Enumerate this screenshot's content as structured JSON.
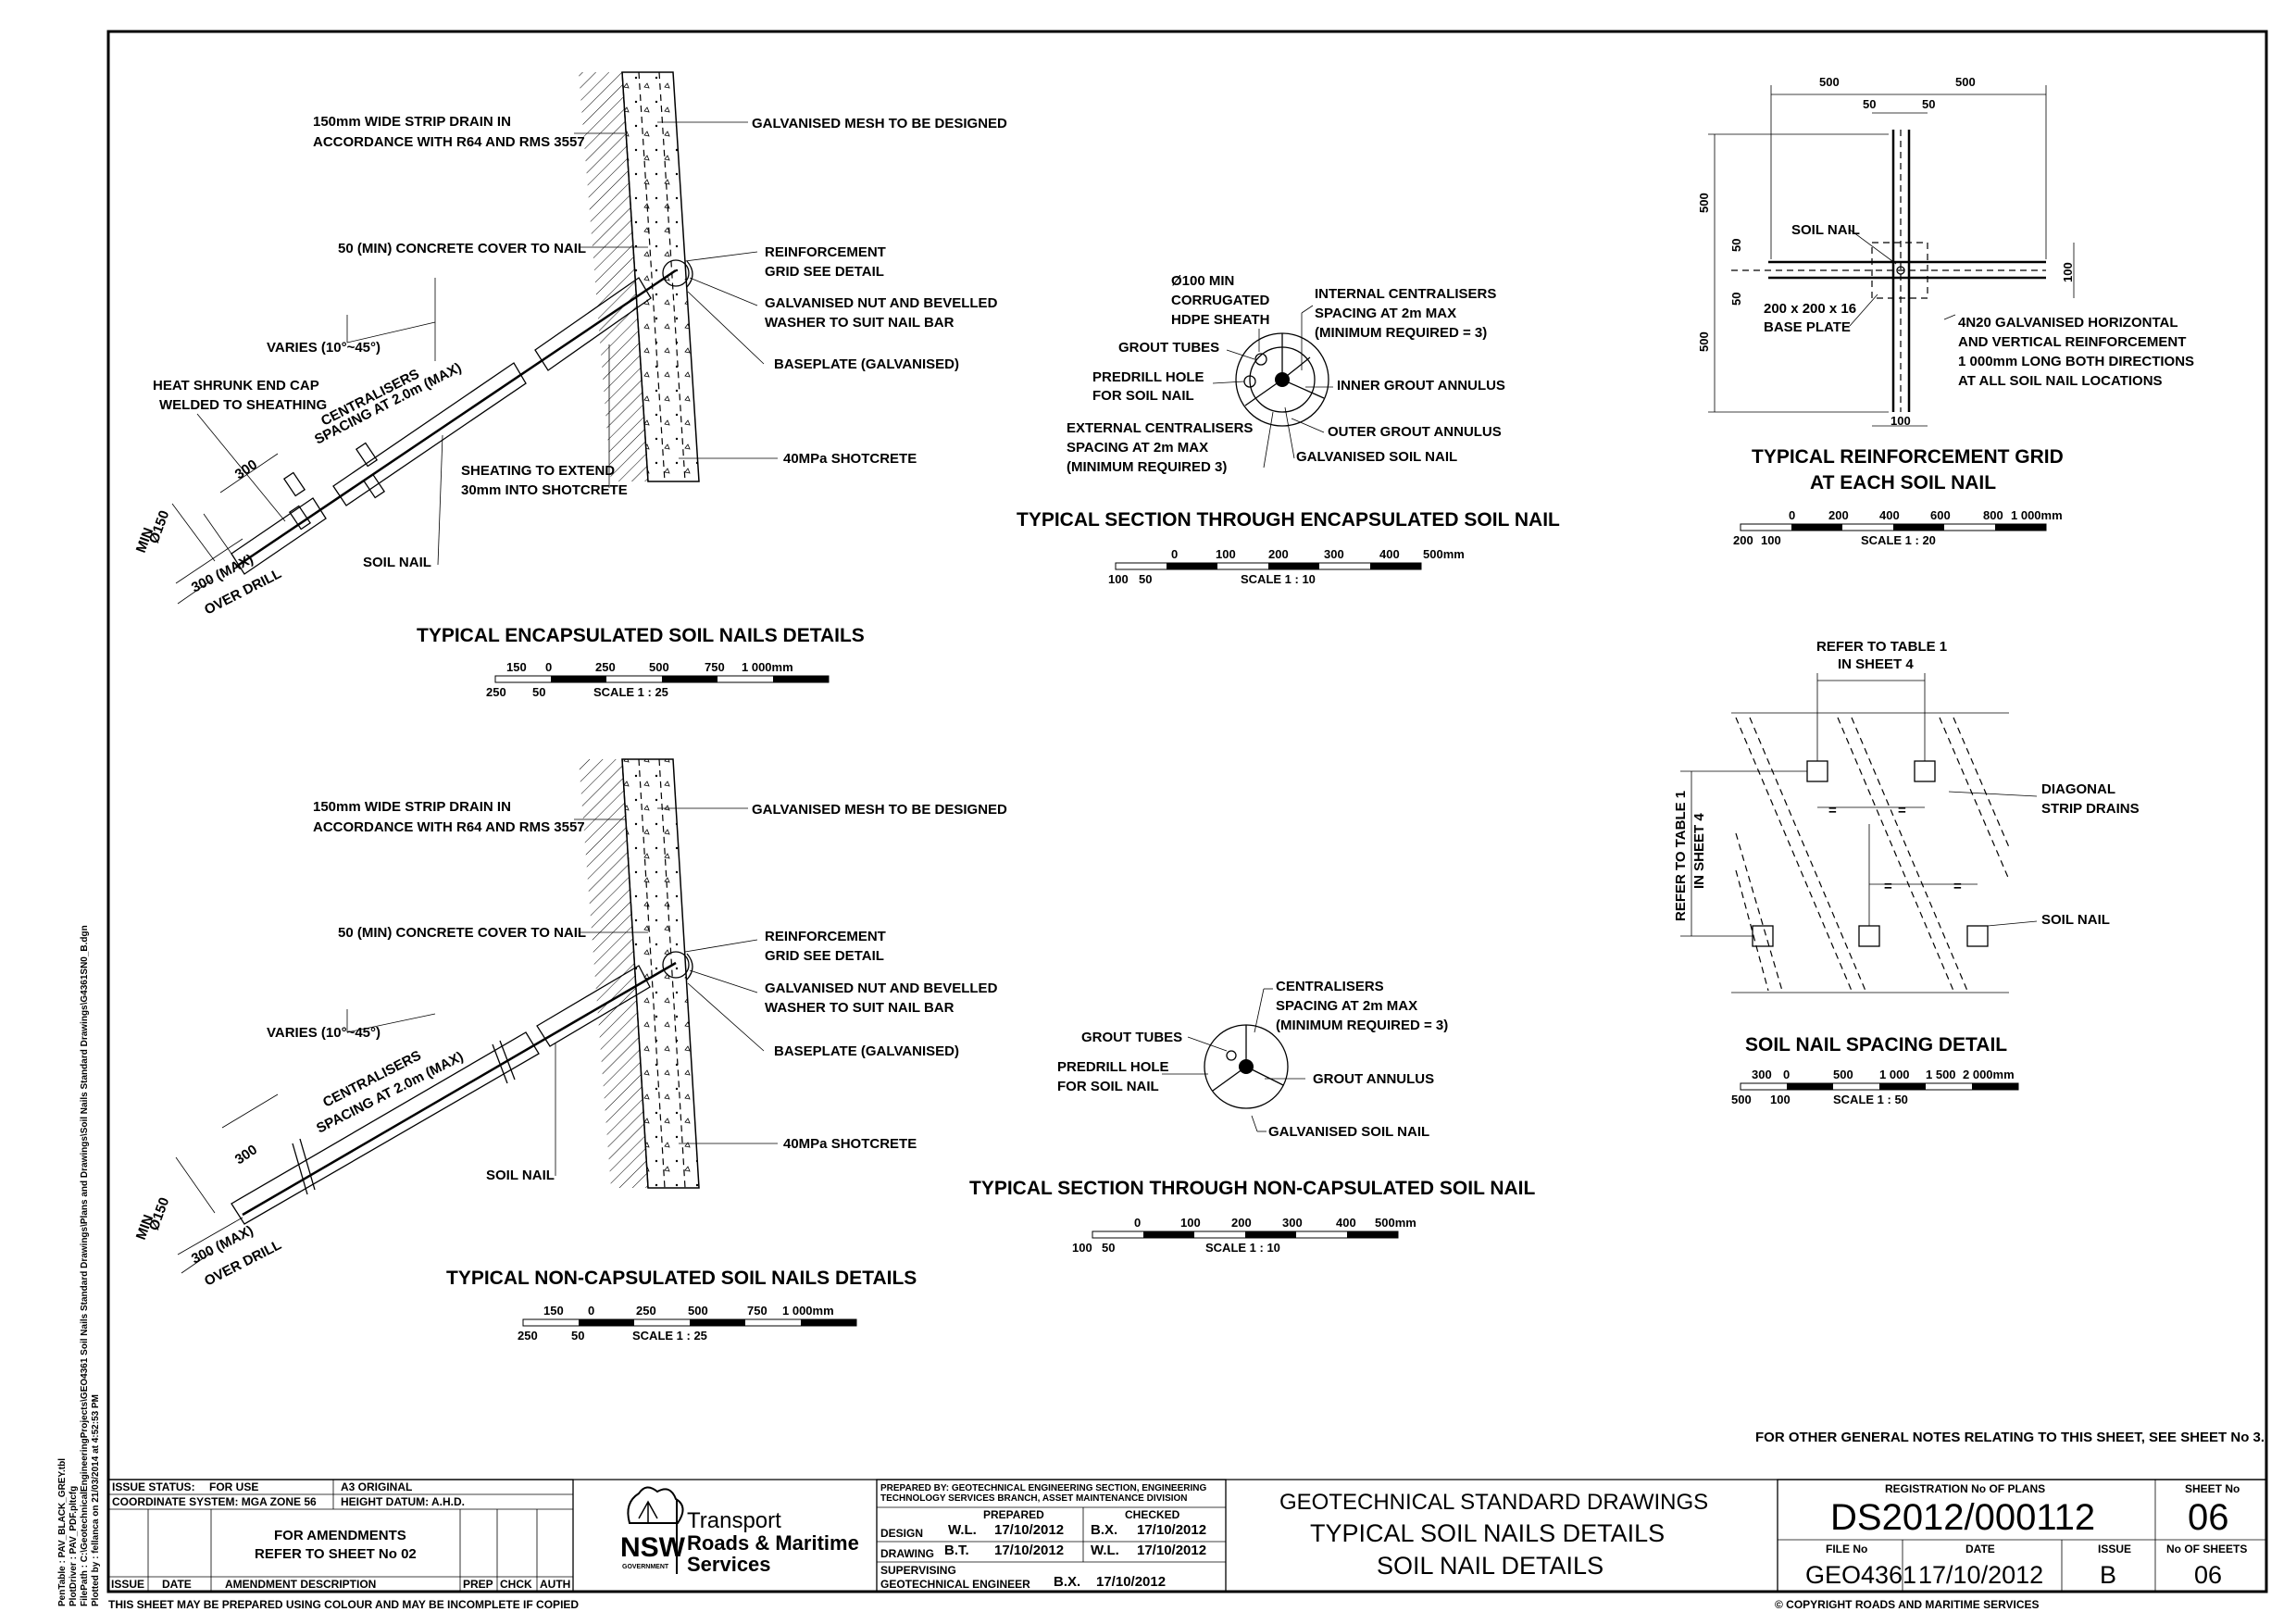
{
  "side_text": [
    "PenTable : PAV_BLACK_GREY.tbl",
    "PlotDriver : PAV_PDF.pltcfg",
    "FilePath : C:\\GeotechnicalEngineeringProjects\\GEO4361 Soil Nails Standard Drawings\\Plans and Drawings\\Soil Nails Standard Drawings\\G4361SN0_B.dgn",
    "Plotted by : fellanca     on  21/03/2014   at  4:52:53 PM"
  ],
  "detail_encap": {
    "labels": {
      "strip_drain_1": "150mm WIDE STRIP DRAIN IN",
      "strip_drain_2": "ACCORDANCE WITH R64 AND RMS 3557",
      "mesh": "GALVANISED MESH TO BE DESIGNED",
      "cover": "50 (MIN) CONCRETE COVER TO NAIL",
      "reinf_1": "REINFORCEMENT",
      "reinf_2": "GRID SEE DETAIL",
      "nut_1": "GALVANISED NUT AND BEVELLED",
      "nut_2": "WASHER TO SUIT NAIL BAR",
      "varies": "VARIES  (10°~45°)",
      "baseplate": "BASEPLATE (GALVANISED)",
      "heat_1": "HEAT SHRUNK END CAP",
      "heat_2": "WELDED TO SHEATHING",
      "centralisers_1": "CENTRALISERS",
      "centralisers_2": "SPACING AT 2.0m (MAX)",
      "sheating_1": "SHEATING TO EXTEND",
      "sheating_2": "30mm INTO SHOTCRETE",
      "shotcrete": "40MPa SHOTCRETE",
      "dim300": "300",
      "dia150": "Ø150",
      "min": "MIN",
      "soil_nail": "SOIL NAIL",
      "overdrill_1": "300 (MAX)",
      "overdrill_2": "OVER DRILL"
    },
    "title": "TYPICAL ENCAPSULATED SOIL NAILS DETAILS",
    "scale_top": [
      "150",
      "0",
      "250",
      "500",
      "750",
      "1 000mm"
    ],
    "scale_bot": [
      "250",
      "50"
    ],
    "scale": "SCALE 1 : 25"
  },
  "detail_noncap": {
    "labels": {
      "strip_drain_1": "150mm WIDE STRIP DRAIN IN",
      "strip_drain_2": "ACCORDANCE WITH R64 AND RMS 3557",
      "mesh": "GALVANISED MESH TO BE DESIGNED",
      "cover": "50 (MIN) CONCRETE COVER TO NAIL",
      "reinf_1": "REINFORCEMENT",
      "reinf_2": "GRID SEE DETAIL",
      "nut_1": "GALVANISED NUT AND BEVELLED",
      "nut_2": "WASHER TO SUIT NAIL BAR",
      "varies": "VARIES  (10°~45°)",
      "baseplate": "BASEPLATE (GALVANISED)",
      "centralisers_1": "CENTRALISERS",
      "centralisers_2": "SPACING AT 2.0m (MAX)",
      "dim300": "300",
      "soil_nail": "SOIL NAIL",
      "shotcrete": "40MPa SHOTCRETE",
      "dia150": "Ø150",
      "min": "MIN",
      "overdrill_1": "300 (MAX)",
      "overdrill_2": "OVER DRILL"
    },
    "title": "TYPICAL NON-CAPSULATED SOIL NAILS DETAILS",
    "scale_top": [
      "150",
      "0",
      "250",
      "500",
      "750",
      "1 000mm"
    ],
    "scale_bot": [
      "250",
      "50"
    ],
    "scale": "SCALE 1 : 25"
  },
  "section_encap": {
    "labels": {
      "sheath_1": "Ø100 MIN",
      "sheath_2": "CORRUGATED",
      "sheath_3": "HDPE SHEATH",
      "internal_1": "INTERNAL CENTRALISERS",
      "internal_2": "SPACING AT 2m MAX",
      "internal_3": "(MINIMUM REQUIRED = 3)",
      "grout_tubes": "GROUT TUBES",
      "predrill_1": "PREDRILL HOLE",
      "predrill_2": "FOR SOIL NAIL",
      "inner": "INNER GROUT ANNULUS",
      "external_1": "EXTERNAL CENTRALISERS",
      "external_2": "SPACING AT 2m MAX",
      "external_3": "(MINIMUM REQUIRED 3)",
      "outer": "OUTER GROUT ANNULUS",
      "galv": "GALVANISED SOIL NAIL"
    },
    "title": "TYPICAL SECTION THROUGH ENCAPSULATED SOIL NAIL",
    "scale_top": [
      "0",
      "100",
      "200",
      "300",
      "400",
      "500mm"
    ],
    "scale_bot": [
      "100",
      "50"
    ],
    "scale": "SCALE 1 : 10"
  },
  "section_noncap": {
    "labels": {
      "cent_1": "CENTRALISERS",
      "cent_2": "SPACING AT 2m MAX",
      "cent_3": "(MINIMUM REQUIRED = 3)",
      "grout_tubes": "GROUT TUBES",
      "predrill_1": "PREDRILL HOLE",
      "predrill_2": "FOR SOIL NAIL",
      "annulus": "GROUT ANNULUS",
      "galv": "GALVANISED SOIL NAIL"
    },
    "title": "TYPICAL SECTION THROUGH NON-CAPSULATED SOIL NAIL",
    "scale_top": [
      "0",
      "100",
      "200",
      "300",
      "400",
      "500mm"
    ],
    "scale_bot": [
      "100",
      "50"
    ],
    "scale": "SCALE 1 : 10"
  },
  "grid_detail": {
    "dims": {
      "w500a": "500",
      "w500b": "500",
      "w50a": "50",
      "w50b": "50",
      "h500a": "500",
      "h50a": "50",
      "h50b": "50",
      "h500b": "500",
      "r100": "100",
      "b100": "100"
    },
    "labels": {
      "soil_nail": "SOIL NAIL",
      "plate_1": "200 x 200 x 16",
      "plate_2": "BASE PLATE",
      "reinf_1": "4N20 GALVANISED HORIZONTAL",
      "reinf_2": "AND VERTICAL REINFORCEMENT",
      "reinf_3": "1 000mm LONG BOTH DIRECTIONS",
      "reinf_4": "AT ALL SOIL NAIL LOCATIONS"
    },
    "title_1": "TYPICAL REINFORCEMENT GRID",
    "title_2": "AT EACH SOIL NAIL",
    "scale_top": [
      "0",
      "200",
      "400",
      "600",
      "800",
      "1 000mm"
    ],
    "scale_bot": [
      "200",
      "100"
    ],
    "scale": "SCALE 1 : 20"
  },
  "spacing_detail": {
    "labels": {
      "refer_top_1": "REFER TO TABLE 1",
      "refer_top_2": "IN SHEET 4",
      "refer_left_1": "REFER TO TABLE 1",
      "refer_left_2": "IN SHEET 4",
      "diagonal_1": "DIAGONAL",
      "diagonal_2": "STRIP DRAINS",
      "soil_nail": "SOIL NAIL",
      "eq": "="
    },
    "title": "SOIL NAIL SPACING DETAIL",
    "scale_top": [
      "300",
      "0",
      "500",
      "1 000",
      "1 500",
      "2 000mm"
    ],
    "scale_bot": [
      "500",
      "100"
    ],
    "scale": "SCALE 1 : 50"
  },
  "general_note": "FOR OTHER GENERAL NOTES RELATING TO THIS SHEET, SEE SHEET No 3.",
  "title_block": {
    "issue_status_label": "ISSUE STATUS:",
    "issue_status": "FOR USE",
    "original": "A3 ORIGINAL",
    "coord": "COORDINATE SYSTEM: MGA ZONE 56",
    "height": "HEIGHT DATUM: A.H.D.",
    "amend_1": "FOR AMENDMENTS",
    "amend_2": "REFER TO SHEET No 02",
    "col_issue": "ISSUE",
    "col_date": "DATE",
    "col_desc": "AMENDMENT DESCRIPTION",
    "col_prep": "PREP",
    "col_chck": "CHCK",
    "col_auth": "AUTH",
    "logo_nsw": "NSW",
    "logo_gov": "GOVERNMENT",
    "logo_1": "Transport",
    "logo_2": "Roads & Maritime",
    "logo_3": "Services",
    "prepared_by_1": "PREPARED BY: GEOTECHNICAL ENGINEERING SECTION, ENGINEERING",
    "prepared_by_2": "TECHNOLOGY SERVICES BRANCH, ASSET MAINTENANCE DIVISION",
    "h_prepared": "PREPARED",
    "h_checked": "CHECKED",
    "design_label": "DESIGN",
    "design_by": "W.L.",
    "design_date": "17/10/2012",
    "design_chk": "B.X.",
    "design_chk_date": "17/10/2012",
    "drawing_label": "DRAWING",
    "drawing_by": "B.T.",
    "drawing_date": "17/10/2012",
    "drawing_chk": "W.L.",
    "drawing_chk_date": "17/10/2012",
    "supervising_1": "SUPERVISING",
    "supervising_2": "GEOTECHNICAL ENGINEER",
    "sup_by": "B.X.",
    "sup_date": "17/10/2012",
    "title_1": "GEOTECHNICAL STANDARD DRAWINGS",
    "title_2": "TYPICAL SOIL NAILS DETAILS",
    "title_3": "SOIL NAIL DETAILS",
    "reg_label": "REGISTRATION No OF PLANS",
    "reg": "DS2012/000112",
    "sheet_label": "SHEET No",
    "sheet": "06",
    "file_label": "FILE No",
    "file": "GEO4361",
    "date_label": "DATE",
    "date": "17/10/2012",
    "issue_label": "ISSUE",
    "issue": "B",
    "nsheets_label": "No OF SHEETS",
    "nsheets": "06"
  },
  "footer_left": "THIS SHEET MAY BE PREPARED USING COLOUR AND MAY BE INCOMPLETE IF COPIED",
  "footer_right": "© COPYRIGHT ROADS AND MARITIME SERVICES"
}
